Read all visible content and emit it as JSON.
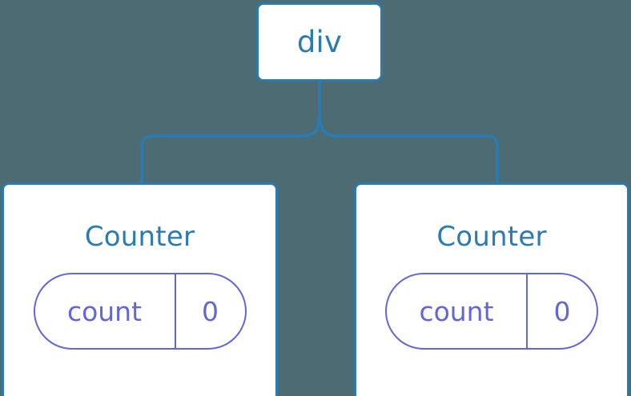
{
  "diagram": {
    "type": "component-tree",
    "background_color": "#4d6b73",
    "node_border_color": "#2b7ab0",
    "node_fill_color": "#ffffff",
    "node_text_color": "#2b7ab0",
    "state_pill_color": "#6366d8",
    "connector_color": "#2b7ab0"
  },
  "root": {
    "label": "div"
  },
  "children": [
    {
      "label": "Counter",
      "state": {
        "key": "count",
        "value": "0"
      }
    },
    {
      "label": "Counter",
      "state": {
        "key": "count",
        "value": "0"
      }
    }
  ]
}
